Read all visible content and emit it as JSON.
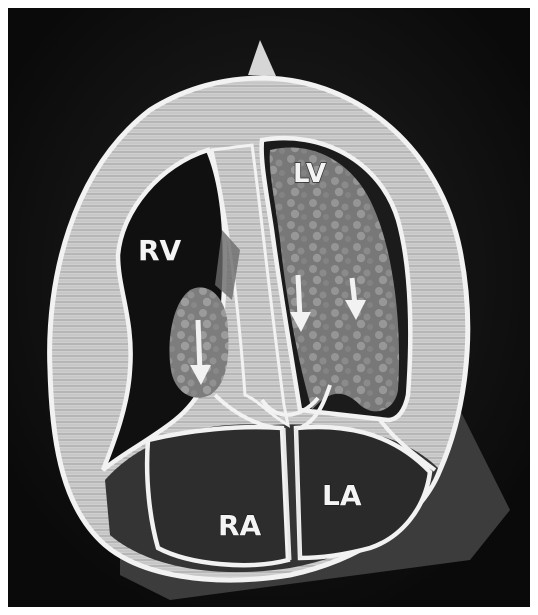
{
  "figure": {
    "labels": {
      "right_ventricle": "RV",
      "left_ventricle": "LV",
      "right_atrium": "RA",
      "left_atrium": "LA"
    },
    "colors": {
      "background": "#141414",
      "wall": "#d8d8d8",
      "outline": "#f2f2f2",
      "blood_flow": "#8a8a8a",
      "atrium": "#3a3a3a"
    },
    "flow_arrows": {
      "count": 3,
      "direction": "down"
    }
  }
}
